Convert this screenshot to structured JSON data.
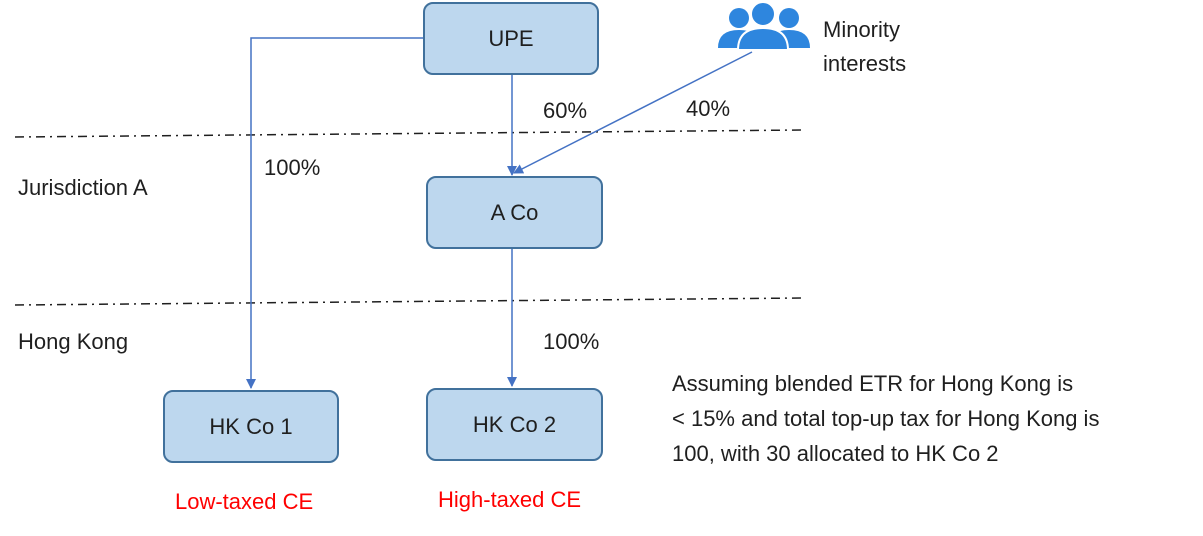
{
  "entities": {
    "upe": "UPE",
    "a_co": "A Co",
    "hk_co_1": "HK Co 1",
    "hk_co_2": "HK Co 2"
  },
  "minority": {
    "icon": "people-group-icon",
    "line1": "Minority",
    "line2": "interests"
  },
  "ownership": {
    "upe_to_aco": "60%",
    "minority_to_aco": "40%",
    "upe_to_hkco1": "100%",
    "aco_to_hkco2": "100%"
  },
  "jurisdictions": {
    "a": "Jurisdiction A",
    "hk": "Hong Kong"
  },
  "classifications": {
    "hk_co_1": "Low-taxed CE",
    "hk_co_2": "High-taxed CE"
  },
  "note": {
    "line1": "Assuming blended ETR for Hong Kong is",
    "line2": "< 15% and total top-up tax for Hong Kong is",
    "line3": "100, with 30 allocated to HK Co 2"
  },
  "colors": {
    "box_fill": "#bdd7ee",
    "box_border": "#41719c",
    "connector": "#4472c4",
    "icon": "#2e86de",
    "classification_text": "#ff0000"
  }
}
